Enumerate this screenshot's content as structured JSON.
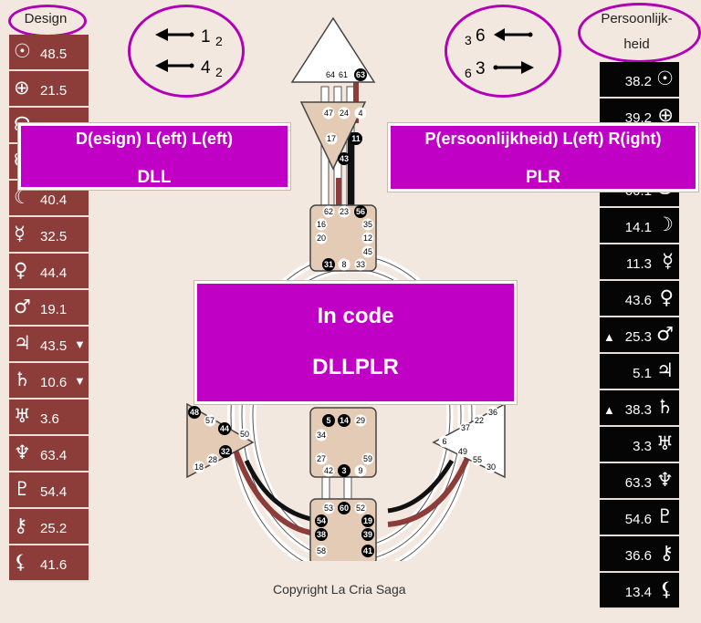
{
  "design_header": "Design",
  "personality_header_line1": "Persoonlijk-",
  "personality_header_line2": "heid",
  "arrows_left": [
    {
      "main": "1",
      "sub": "2"
    },
    {
      "main": "4",
      "sub": "2"
    }
  ],
  "arrows_right": [
    {
      "main": "6",
      "sub": "3"
    },
    {
      "main": "3",
      "sub": "6"
    }
  ],
  "design_rows": [
    {
      "icon": "sun-icon",
      "glyph": "☉",
      "value": "48.5",
      "arrow": ""
    },
    {
      "icon": "earth-icon",
      "glyph": "⊕",
      "value": "21.5",
      "arrow": ""
    },
    {
      "icon": "north-node-icon",
      "glyph": "☊",
      "value": "",
      "arrow": ""
    },
    {
      "icon": "south-node-icon",
      "glyph": "☋",
      "value": "",
      "arrow": ""
    },
    {
      "icon": "moon-icon",
      "glyph": "☾",
      "value": "40.4",
      "arrow": ""
    },
    {
      "icon": "mercury-icon",
      "glyph": "☿",
      "value": "32.5",
      "arrow": ""
    },
    {
      "icon": "venus-icon",
      "glyph": "♀",
      "value": "44.4",
      "arrow": ""
    },
    {
      "icon": "mars-icon",
      "glyph": "♂",
      "value": "19.1",
      "arrow": ""
    },
    {
      "icon": "jupiter-icon",
      "glyph": "♃",
      "value": "43.5",
      "arrow": "▼"
    },
    {
      "icon": "saturn-icon",
      "glyph": "♄",
      "value": "10.6",
      "arrow": "▼"
    },
    {
      "icon": "uranus-icon",
      "glyph": "♅",
      "value": "3.6",
      "arrow": ""
    },
    {
      "icon": "neptune-icon",
      "glyph": "♆",
      "value": "63.4",
      "arrow": ""
    },
    {
      "icon": "pluto-icon",
      "glyph": "♇",
      "value": "54.4",
      "arrow": ""
    },
    {
      "icon": "chiron-icon",
      "glyph": "⚷",
      "value": "25.2",
      "arrow": ""
    },
    {
      "icon": "lilith-icon",
      "glyph": "⚸",
      "value": "41.6",
      "arrow": ""
    }
  ],
  "personality_rows": [
    {
      "icon": "sun-icon",
      "glyph": "☉",
      "value": "38.2",
      "arrow": ""
    },
    {
      "icon": "earth-icon",
      "glyph": "⊕",
      "value": "39.2",
      "arrow": ""
    },
    {
      "icon": "north-node-icon",
      "glyph": "☊",
      "value": "",
      "arrow": ""
    },
    {
      "icon": "south-node-icon",
      "glyph": "☋",
      "value": "60.1",
      "arrow": ""
    },
    {
      "icon": "moon-icon",
      "glyph": "☽",
      "value": "14.1",
      "arrow": ""
    },
    {
      "icon": "mercury-icon",
      "glyph": "☿",
      "value": "11.3",
      "arrow": ""
    },
    {
      "icon": "venus-icon",
      "glyph": "♀",
      "value": "43.6",
      "arrow": ""
    },
    {
      "icon": "mars-icon",
      "glyph": "♂",
      "value": "25.3",
      "arrow": "▲"
    },
    {
      "icon": "jupiter-icon",
      "glyph": "♃",
      "value": "5.1",
      "arrow": ""
    },
    {
      "icon": "saturn-icon",
      "glyph": "♄",
      "value": "38.3",
      "arrow": "▲"
    },
    {
      "icon": "uranus-icon",
      "glyph": "♅",
      "value": "3.3",
      "arrow": ""
    },
    {
      "icon": "neptune-icon",
      "glyph": "♆",
      "value": "63.3",
      "arrow": ""
    },
    {
      "icon": "pluto-icon",
      "glyph": "♇",
      "value": "54.6",
      "arrow": ""
    },
    {
      "icon": "chiron-icon",
      "glyph": "⚷",
      "value": "36.6",
      "arrow": ""
    },
    {
      "icon": "lilith-icon",
      "glyph": "⚸",
      "value": "13.4",
      "arrow": ""
    }
  ],
  "callout_design": {
    "line1": "D(esign) L(eft) L(eft)",
    "line2": "DLL"
  },
  "callout_personality": {
    "line1": "P(ersoonlijkheid) L(eft) R(ight)",
    "line2": "PLR"
  },
  "callout_code": {
    "line1": "In code",
    "line2": "DLLPLR"
  },
  "bodygraph": {
    "head": [
      "64",
      "61",
      "63"
    ],
    "ajna_top": [
      "47",
      "24",
      "4"
    ],
    "ajna_bottom": [
      "17",
      "11",
      "43"
    ],
    "throat": [
      "62",
      "23",
      "56",
      "16",
      "35",
      "20",
      "12",
      "45",
      "31",
      "8",
      "33"
    ],
    "spleen": [
      "48",
      "57",
      "44",
      "50",
      "32",
      "18",
      "28"
    ],
    "solar_plexus": [
      "36",
      "22",
      "37",
      "6",
      "49",
      "55",
      "30"
    ],
    "sacral": [
      "5",
      "14",
      "29",
      "34",
      "27",
      "59",
      "42",
      "3",
      "9"
    ],
    "root": [
      "53",
      "60",
      "52",
      "54",
      "19",
      "38",
      "39",
      "58",
      "41"
    ]
  },
  "copyright": "Copyright La Cria Saga",
  "colors": {
    "design": "#8c3c39",
    "personality": "#050505",
    "accent": "#c000c4",
    "center": "#e4cbb5"
  }
}
